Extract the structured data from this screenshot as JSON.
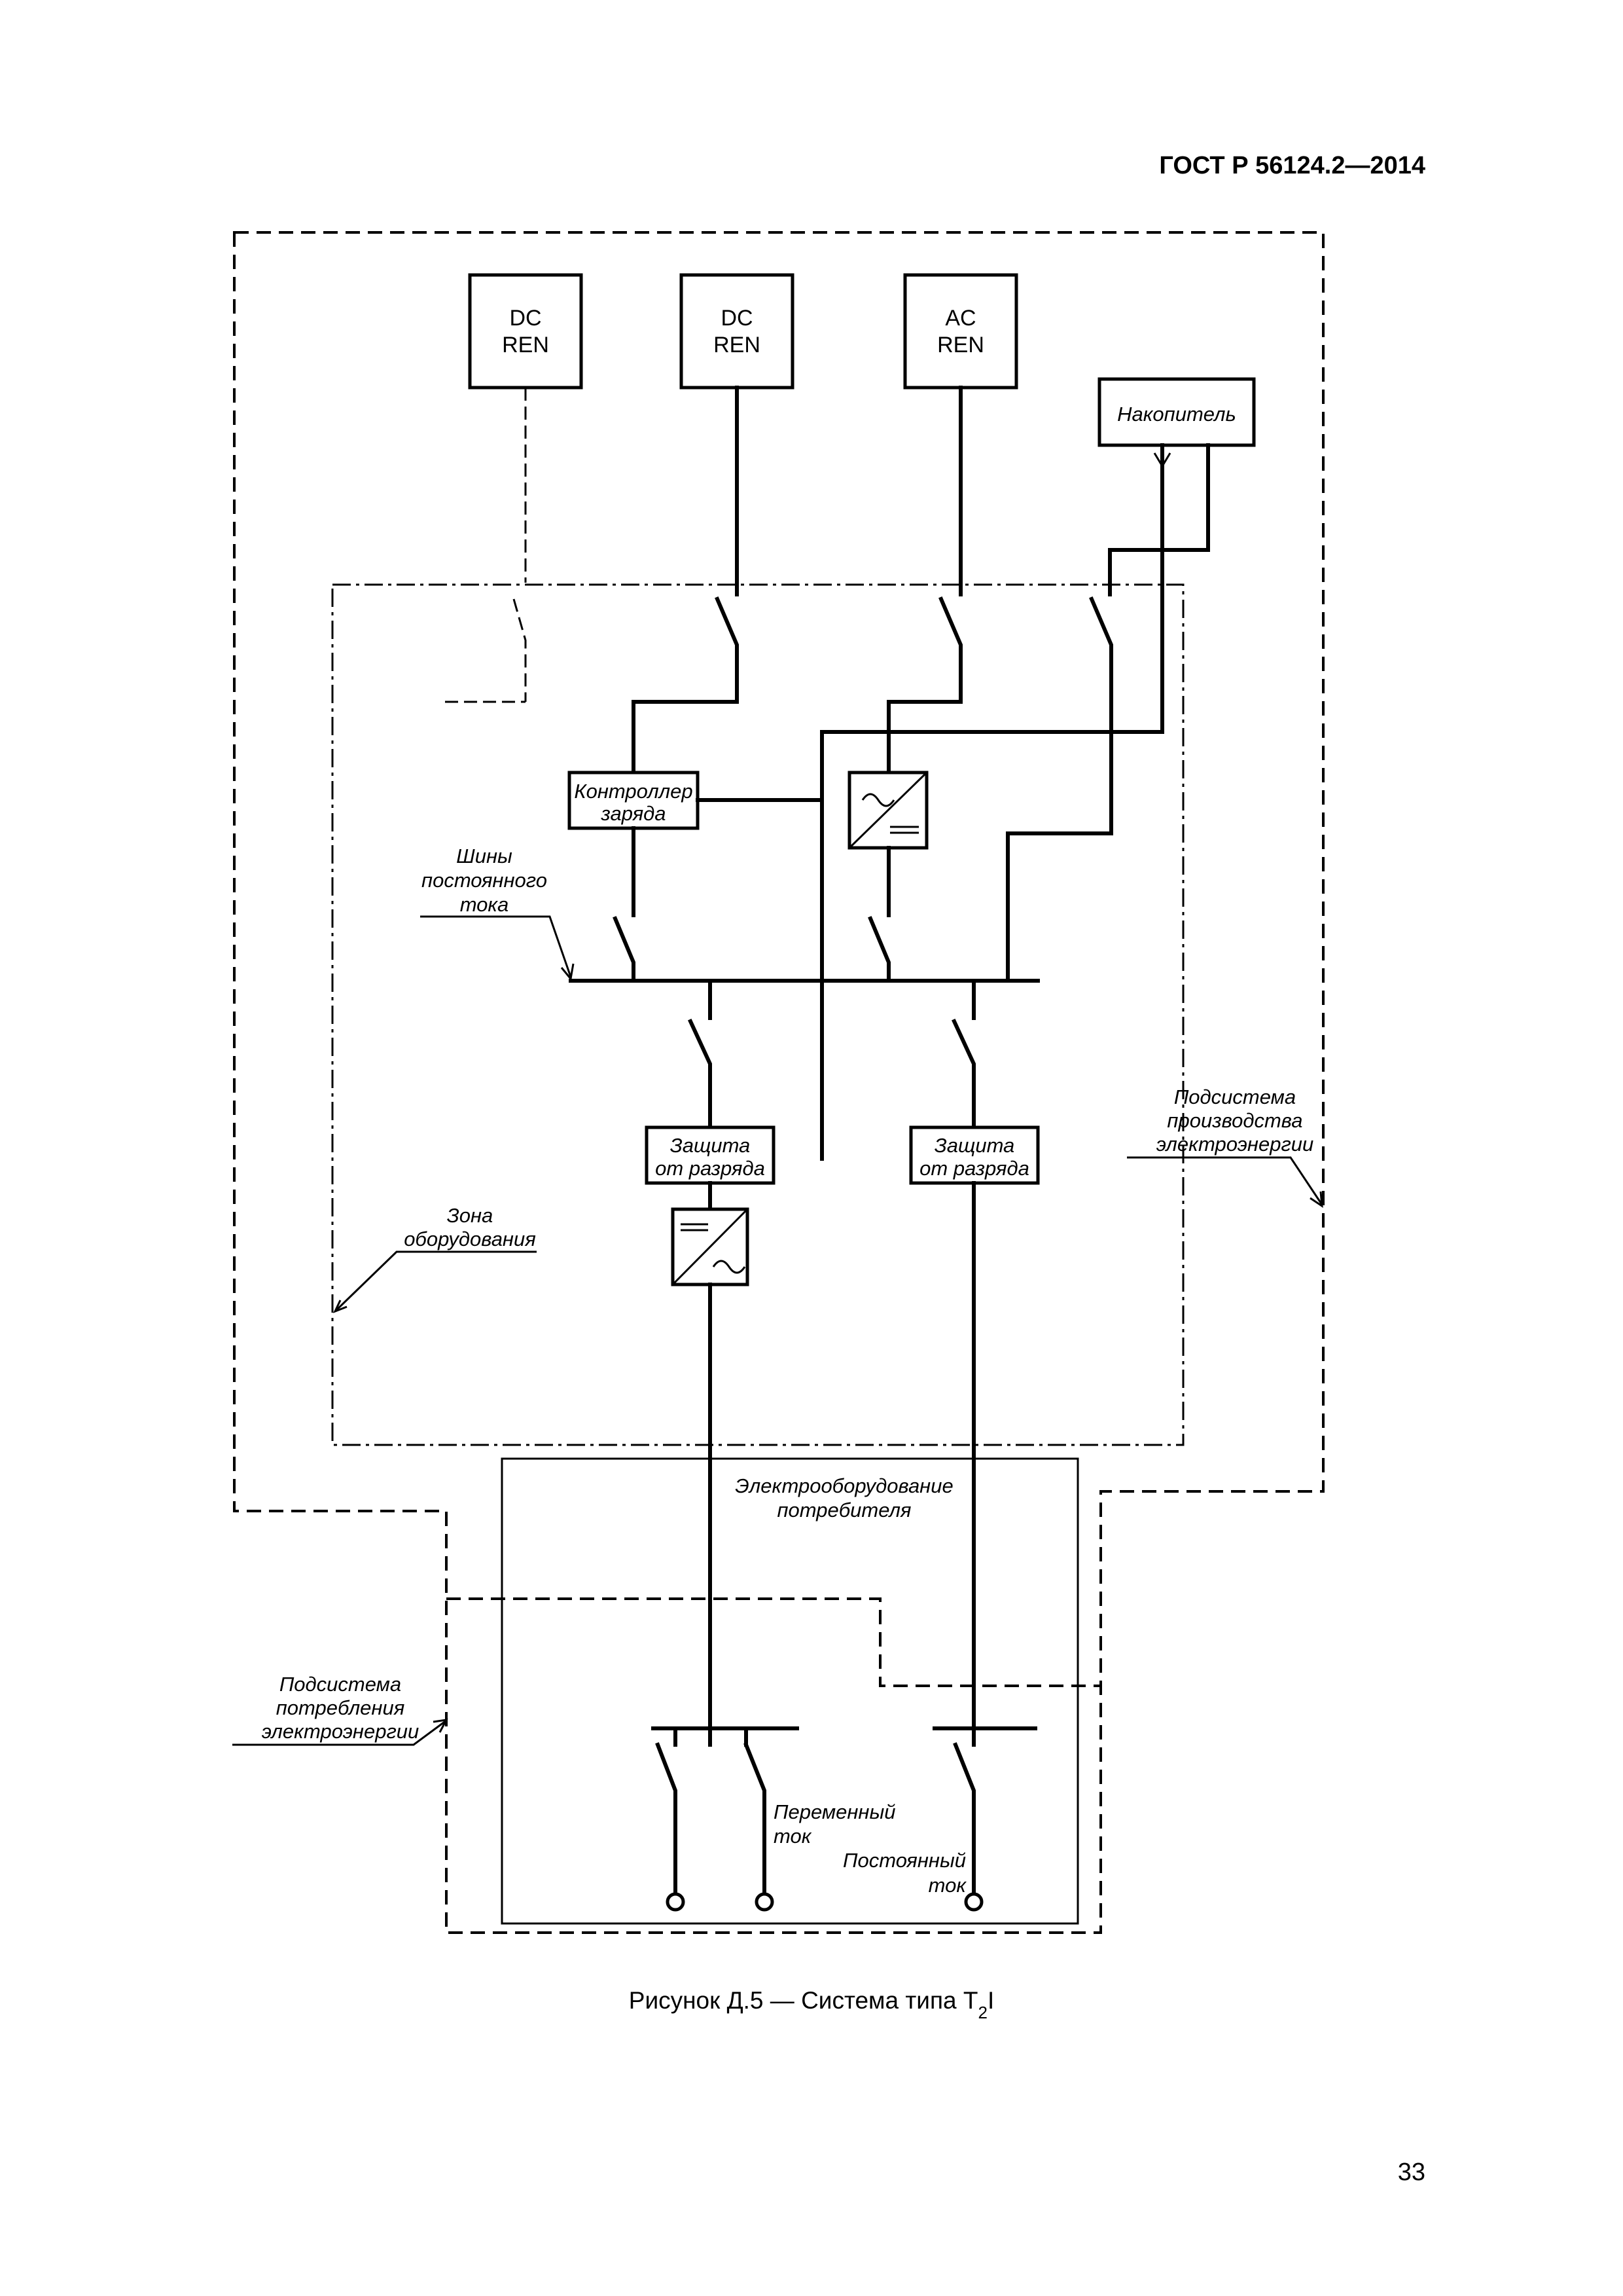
{
  "document": {
    "standard": "ГОСТ Р 56124.2—2014",
    "page_number": "33",
    "caption": {
      "prefix": "Рисунок Д.5 — Система типа Т",
      "subscript": "2",
      "suffix": "I"
    }
  },
  "diagram": {
    "sources": [
      {
        "line1": "DC",
        "line2": "REN"
      },
      {
        "line1": "DC",
        "line2": "REN"
      },
      {
        "line1": "AC",
        "line2": "REN"
      }
    ],
    "storage": "Накопитель",
    "charge_controller": {
      "line1": "Контроллер",
      "line2": "заряда"
    },
    "protection_1": {
      "line1": "Защита",
      "line2": "от разряда"
    },
    "protection_2": {
      "line1": "Защита",
      "line2": "от разряда"
    },
    "dc_bus_label": {
      "line1": "Шины",
      "line2": "постоянного",
      "line3": "тока"
    },
    "equipment_zone_label": {
      "line1": "Зона",
      "line2": "оборудования"
    },
    "generation_subsystem_label": {
      "line1": "Подсистема",
      "line2": "производства",
      "line3": "электроэнергии"
    },
    "consumer_equipment_label": {
      "line1": "Электрооборудование",
      "line2": "потребителя"
    },
    "consumption_subsystem_label": {
      "line1": "Подсистема",
      "line2": "потребления",
      "line3": "электроэнергии"
    },
    "ac_output_label": {
      "line1": "Переменный",
      "line2": "ток"
    },
    "dc_output_label": {
      "line1": "Постоянный",
      "line2": "ток"
    }
  }
}
